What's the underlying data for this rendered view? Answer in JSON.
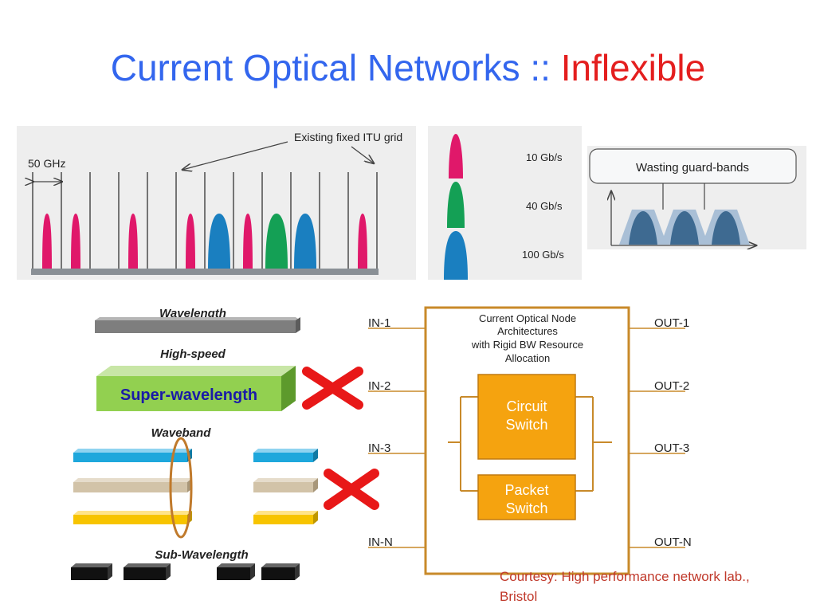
{
  "title": {
    "main": "Current Optical Networks :: ",
    "accent": "Inflexible"
  },
  "grid_panel": {
    "caption": "Existing fixed ITU grid",
    "spacing_label": "50 GHz"
  },
  "rates_panel": {
    "rates": [
      "10 Gb/s",
      "40 Gb/s",
      "100 Gb/s"
    ]
  },
  "guard_panel": {
    "label": "Wasting guard-bands"
  },
  "hierarchy": {
    "wavelength": "Wavelength",
    "high_speed": "High-speed",
    "super_wavelength": "Super-wavelength",
    "waveband": "Waveband",
    "sub_wavelength": "Sub-Wavelength"
  },
  "node": {
    "title_lines": [
      "Current Optical Node",
      "Architectures",
      "with Rigid  BW Resource",
      "Allocation"
    ],
    "circuit_switch": [
      "Circuit",
      "Switch"
    ],
    "packet_switch": [
      "Packet",
      "Switch"
    ],
    "inputs": [
      "IN-1",
      "IN-2",
      "IN-3",
      "IN-N"
    ],
    "outputs": [
      "OUT-1",
      "OUT-2",
      "OUT-3",
      "OUT-N"
    ]
  },
  "courtesy": "Courtesy: High performance network lab., Bristol",
  "colors": {
    "title_blue": "#3366ee",
    "title_red": "#e41e1e",
    "pink": "#e0186a",
    "blue": "#1a7fc0",
    "green": "#14a055",
    "orange": "#f5a30f",
    "node_border": "#c88a2a",
    "cross_red": "#e81818"
  }
}
